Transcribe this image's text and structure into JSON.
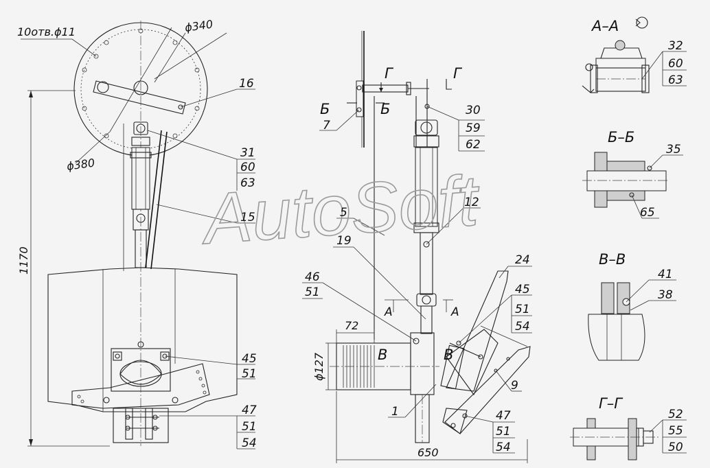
{
  "watermark": "AutoSoft",
  "dimensions": {
    "holes": "10отв.ϕ11",
    "d340": "ϕ340",
    "d380": "ϕ380",
    "height": "1170",
    "d127": "ϕ127",
    "w72": "72",
    "w650": "650"
  },
  "sections": {
    "aa": "А–А",
    "bb": "Б–Б",
    "vv": "В–В",
    "gg": "Г–Г"
  },
  "cut_letters": {
    "g1": "Г",
    "g2": "Г",
    "b1": "Б",
    "b2": "Б",
    "a1": "А",
    "a2": "А",
    "v1": "В",
    "v2": "В"
  },
  "callouts": {
    "c16": "16",
    "c31": [
      "31",
      "60",
      "63"
    ],
    "c15": "15",
    "c45_left": [
      "45",
      "51"
    ],
    "c47_left": [
      "47",
      "51",
      "54"
    ],
    "c7": "7",
    "c30": [
      "30",
      "59",
      "62"
    ],
    "c12": "12",
    "c5": "5",
    "c19": "19",
    "c46": [
      "46",
      "51"
    ],
    "c24": "24",
    "c45_mid": [
      "45",
      "51",
      "54"
    ],
    "c9": "9",
    "c1": "1",
    "c47_mid": [
      "47",
      "51",
      "54"
    ],
    "c32": [
      "32",
      "60",
      "63"
    ],
    "c35": "35",
    "c65": "65",
    "c41": "41",
    "c38": "38",
    "c52": [
      "52",
      "55",
      "50"
    ]
  }
}
